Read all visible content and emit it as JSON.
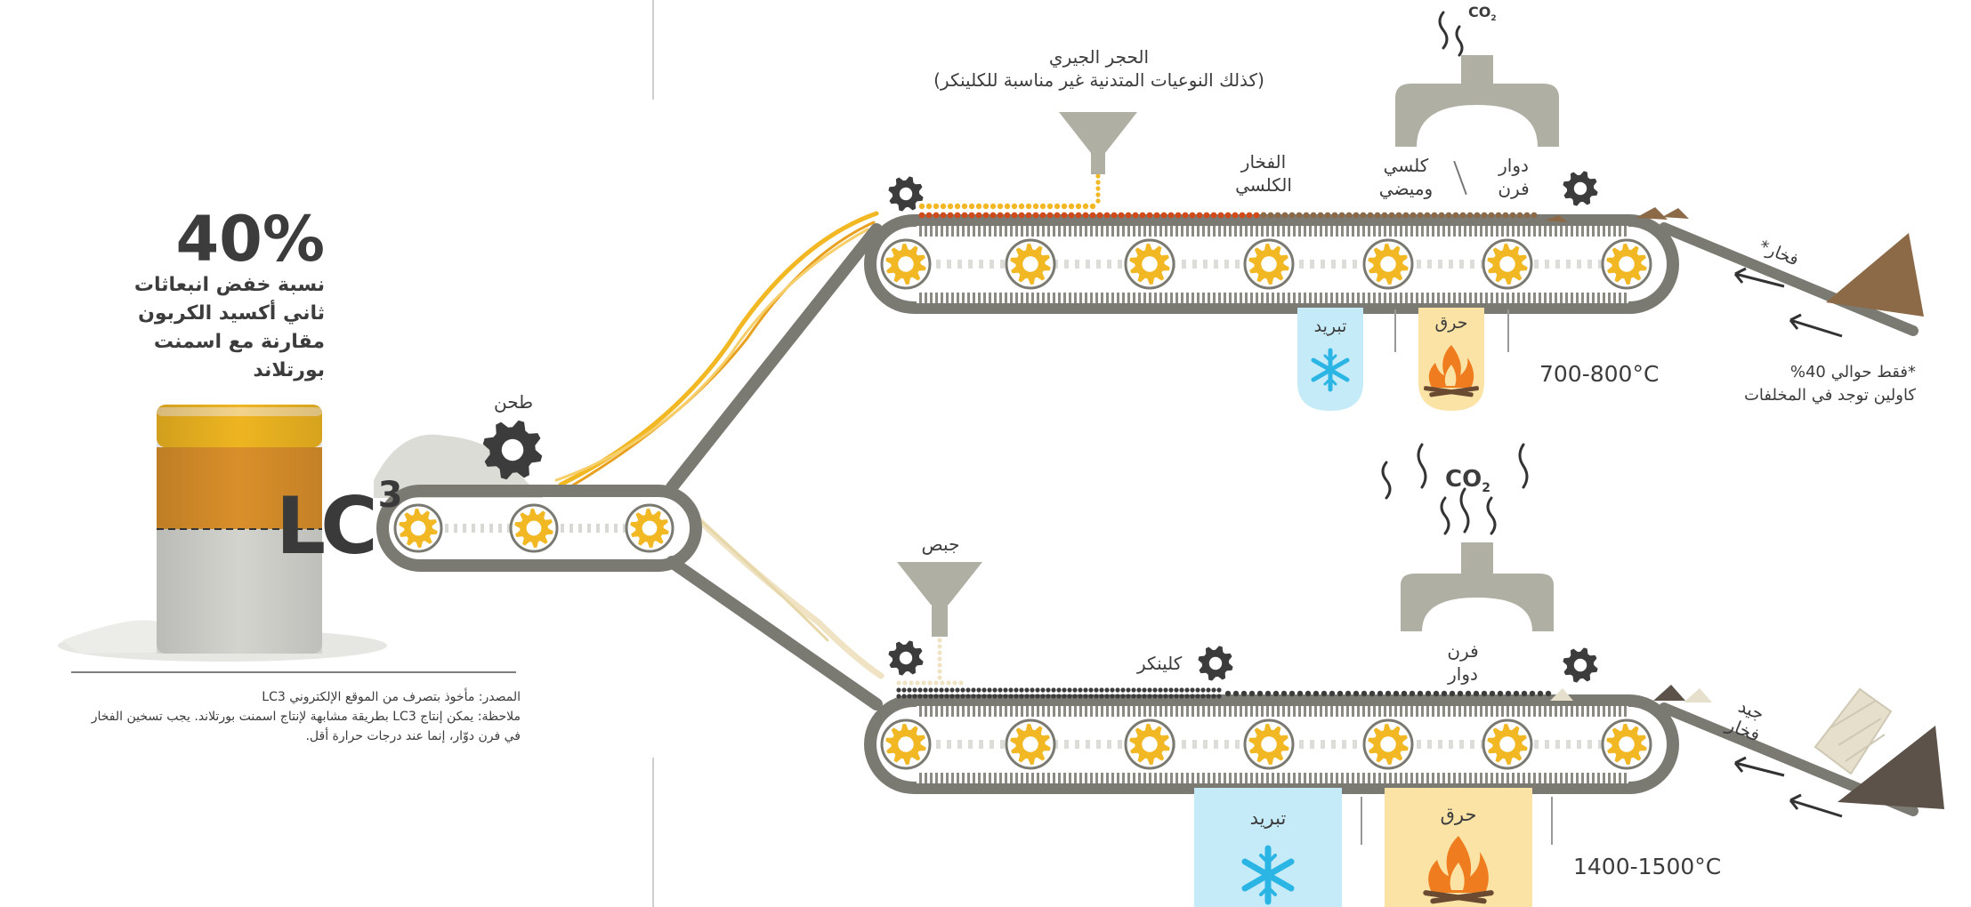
{
  "headline": {
    "percent": "40%",
    "line1": "نسبة خفض انبعاثات",
    "line2": "ثاني أكسيد الكربون",
    "line3": "مقارنة مع اسمنت",
    "line4": "بورتلاند"
  },
  "product": {
    "name": "LC",
    "superscript": "3"
  },
  "grinding": {
    "label": "طحن"
  },
  "notes": {
    "source": "المصدر: مأخوذ بتصرف من الموقع الإلكتروني LC3",
    "note_line1": "ملاحظة: يمكن إنتاج LC3 بطريقة مشابهة لإنتاج اسمنت بورتلاند. يجب تسخين الفخار",
    "note_line2": "في فرن دوّار، إنما عند درجات حرارة أقل."
  },
  "upper": {
    "limestone_line1": "الحجر الجيري",
    "limestone_line2": "(كذلك النوعيات المتدنية غير مناسبة للكلينكر)",
    "calcined_clay_line1": "الفخار",
    "calcined_clay_line2": "الكلسي",
    "flash_line1": "كلسي",
    "flash_line2": "وميضي",
    "rotary_line1": "دوار",
    "rotary_line2": "فرن",
    "co2": "CO",
    "co2_sub": "2",
    "cooling": "تبريد",
    "burning": "حرق",
    "temperature": "700-800°C",
    "clay": "فخار*",
    "footnote_line1": "*فقط حوالي 40%",
    "footnote_line2": "كاولين توجد في المخلفات"
  },
  "lower": {
    "gypsum": "جبص",
    "clinker": "كلينكر",
    "kiln_line1": "فرن",
    "kiln_line2": "دوار",
    "co2": "CO",
    "co2_sub": "2",
    "cooling": "تبريد",
    "burning": "حرق",
    "temperature": "1400-1500°C",
    "good_clay_line1": "جيد",
    "good_clay_line2": "فخار"
  },
  "colors": {
    "belt": "#7a7a72",
    "roller": "#f2b824",
    "hopper": "#b0afa3",
    "cooling_bg": "#c6ebf8",
    "cooling_icon": "#2bb5e4",
    "burning_bg": "#fbe3a6",
    "burning_icon": "#ef7d1f",
    "clay_brown": "#8c6a48",
    "shale_dark": "#5c524a",
    "bag_yellow": "#eeb521",
    "bag_orange": "#d98f2a",
    "bag_gray": "#d4d4cf"
  }
}
